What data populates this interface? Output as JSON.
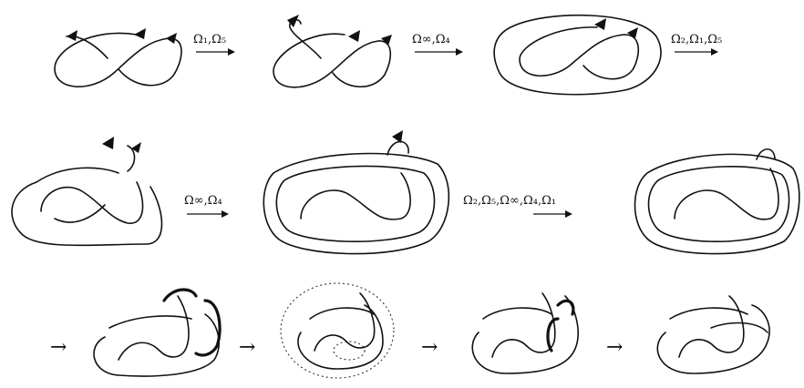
{
  "steps": [
    {
      "moves": [
        "Ω₁",
        "Ω₅"
      ]
    },
    {
      "moves": [
        "Ω∞",
        "Ω₄"
      ]
    },
    {
      "moves": [
        "Ω₂",
        "Ω₁",
        "Ω₅"
      ]
    },
    {
      "moves": [
        "Ω∞",
        "Ω₄"
      ]
    },
    {
      "moves": [
        "Ω₂",
        "Ω₅",
        "Ω∞",
        "Ω₄",
        "Ω₁"
      ]
    },
    {
      "moves": []
    },
    {
      "moves": []
    },
    {
      "moves": []
    }
  ],
  "labels": {
    "row1_a": "Ω₁,Ω₅",
    "row1_b": "Ω∞,Ω₄",
    "row1_c": "Ω₂,Ω₁,Ω₅",
    "row2_a": "Ω∞,Ω₄",
    "row2_b": "Ω₂,Ω₅,Ω∞,Ω₄,Ω₁"
  },
  "arrow_glyph": "→"
}
